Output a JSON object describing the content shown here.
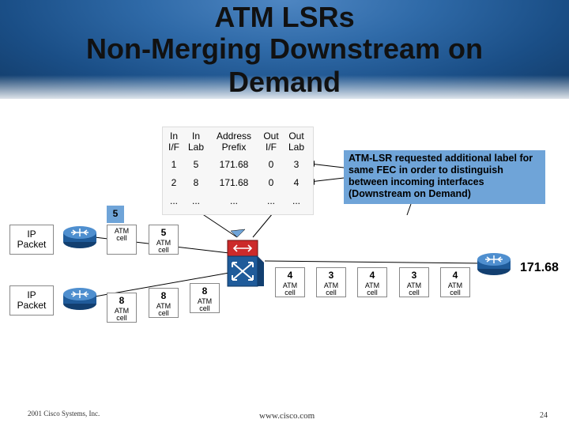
{
  "title": {
    "line1": "ATM LSRs",
    "line2": "Non-Merging Downstream on",
    "line3": "Demand"
  },
  "table": {
    "headers": {
      "in_if": [
        "In",
        "I/F"
      ],
      "in_lab": [
        "In",
        "Lab"
      ],
      "prefix": [
        "Address",
        "Prefix"
      ],
      "out_if": [
        "Out",
        "I/F"
      ],
      "out_lab": [
        "Out",
        "Lab"
      ]
    },
    "rows": [
      [
        "1",
        "5",
        "171.68",
        "0",
        "3"
      ],
      [
        "2",
        "8",
        "171.68",
        "0",
        "4"
      ],
      [
        "...",
        "...",
        "...",
        "...",
        "..."
      ]
    ]
  },
  "callout": "ATM-LSR requested additional label for same FEC in order to distinguish between incoming interfaces (Downstream on Demand)",
  "ip_packet": [
    "IP",
    "Packet"
  ],
  "atm_cell": [
    "ATM",
    "cell"
  ],
  "labels": {
    "top_label": "5",
    "cell_top": "5",
    "bottom_left_cell": "8",
    "bottom_mid_cell": "8",
    "bottom_right_cell": "8",
    "out_cells": [
      "4",
      "3",
      "4",
      "3",
      "4"
    ]
  },
  "destination": "171.68",
  "footer": {
    "copyright": "2001 Cisco Systems, Inc.",
    "url": "www.cisco.com",
    "page": "24"
  },
  "colors": {
    "accent": "#6fa4d8",
    "title_bg": "#2f6aa8",
    "router": "#1f5b9a",
    "switch": "#cc2a2a"
  }
}
